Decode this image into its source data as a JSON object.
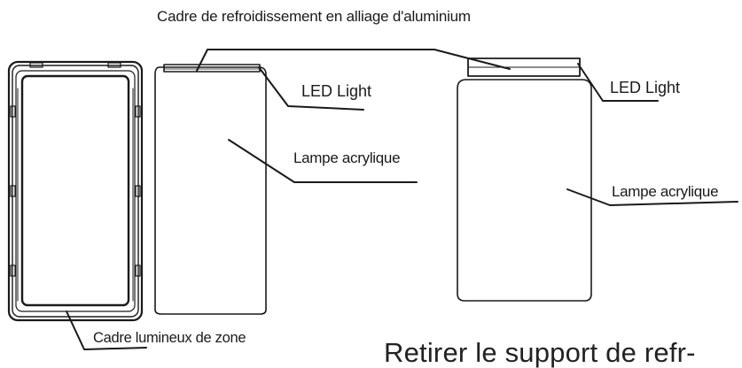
{
  "labels": {
    "title": "Cadre de refroidissement en alliage d'aluminium",
    "led_light_left": "LED Light",
    "led_light_right": "LED Light",
    "acrylic_lamp_left": "Lampe acrylique",
    "acrylic_lamp_right": "Lampe acrylique",
    "zone_frame": "Cadre lumineux de zone",
    "bottom_caption": "Retirer le support de refr-"
  },
  "colors": {
    "line": "#1a1a1a",
    "background": "#ffffff"
  }
}
